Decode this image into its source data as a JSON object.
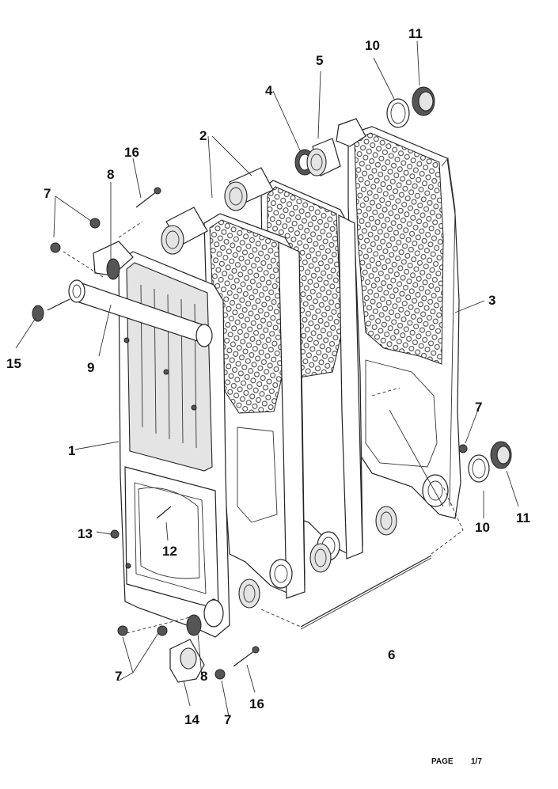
{
  "labels": {
    "l1": "1",
    "l2": "2",
    "l3": "3",
    "l4": "4",
    "l5": "5",
    "l6": "6",
    "l7a": "7",
    "l7b": "7",
    "l7c": "7",
    "l7d": "7",
    "l8a": "8",
    "l8b": "8",
    "l9": "9",
    "l10a": "10",
    "l10b": "10",
    "l11a": "11",
    "l11b": "11",
    "l12": "12",
    "l13": "13",
    "l14": "14",
    "l15": "15",
    "l16a": "16",
    "l16b": "16"
  },
  "footer": {
    "page_label": "PAGE",
    "page_number": "1/7"
  }
}
